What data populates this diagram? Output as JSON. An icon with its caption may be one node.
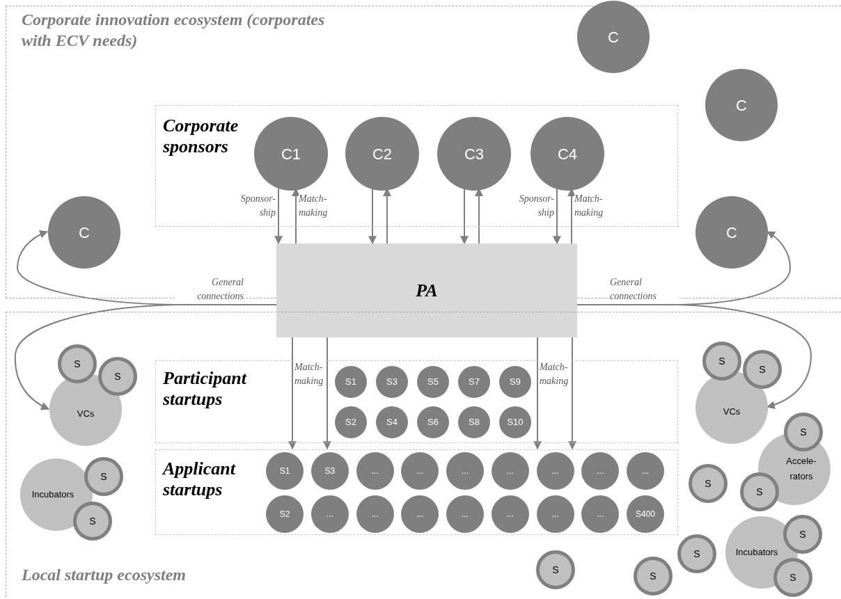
{
  "diagram": {
    "nodes": [
      {
        "text": [
          "Corporate innovation ecosystem (corporates with ECV needs)"
        ]
      },
      {
        "text": [
          "C"
        ],
        "in": 0
      },
      {
        "text": [
          "C"
        ],
        "in": 0
      },
      {
        "text": [
          "Corporate sponsors"
        ],
        "in": 0
      },
      {
        "text": [
          "C1"
        ],
        "in": 3
      },
      {
        "text": [
          "C2"
        ],
        "in": 3
      },
      {
        "text": [
          "C3"
        ],
        "in": 3
      },
      {
        "text": [
          "C4"
        ],
        "in": 3
      },
      {
        "text": [
          "C"
        ],
        "in": 0
      },
      {
        "text": [
          "C"
        ],
        "in": 0
      },
      {
        "text": [
          "PA"
        ]
      },
      {
        "text": [
          "Local startup ecosystem"
        ]
      },
      {
        "text": [
          "Participant startups"
        ],
        "in": 11
      },
      {
        "text": [
          "S1"
        ],
        "in": 12
      },
      {
        "text": [
          "S3"
        ],
        "in": 12
      },
      {
        "text": [
          "S5"
        ],
        "in": 12
      },
      {
        "text": [
          "S7"
        ],
        "in": 12
      },
      {
        "text": [
          "S9"
        ],
        "in": 12
      },
      {
        "text": [
          "S2"
        ],
        "in": 12
      },
      {
        "text": [
          "S4"
        ],
        "in": 12
      },
      {
        "text": [
          "S6"
        ],
        "in": 12
      },
      {
        "text": [
          "S8"
        ],
        "in": 12
      },
      {
        "text": [
          "S10"
        ],
        "in": 12
      },
      {
        "text": [
          "Applicant startups"
        ],
        "in": 11
      },
      {
        "text": [
          "S1"
        ],
        "in": 23
      },
      {
        "text": [
          "S3"
        ],
        "in": 23
      },
      {
        "text": [
          "..."
        ],
        "in": 23
      },
      {
        "text": [
          "..."
        ],
        "in": 23
      },
      {
        "text": [
          "..."
        ],
        "in": 23
      },
      {
        "text": [
          "..."
        ],
        "in": 23
      },
      {
        "text": [
          "..."
        ],
        "in": 23
      },
      {
        "text": [
          "..."
        ],
        "in": 23
      },
      {
        "text": [
          "..."
        ],
        "in": 23
      },
      {
        "text": [
          "S2"
        ],
        "in": 23
      },
      {
        "text": [
          "..."
        ],
        "in": 23
      },
      {
        "text": [
          "..."
        ],
        "in": 23
      },
      {
        "text": [
          "..."
        ],
        "in": 23
      },
      {
        "text": [
          "..."
        ],
        "in": 23
      },
      {
        "text": [
          "..."
        ],
        "in": 23
      },
      {
        "text": [
          "..."
        ],
        "in": 23
      },
      {
        "text": [
          "..."
        ],
        "in": 23
      },
      {
        "text": [
          "S400"
        ],
        "in": 23
      },
      {
        "text": [
          "VCs"
        ],
        "in": 11
      },
      {
        "text": [
          "S"
        ],
        "in": 11
      },
      {
        "text": [
          "S"
        ],
        "in": 11
      },
      {
        "text": [
          "VCs"
        ],
        "in": 11
      },
      {
        "text": [
          "S"
        ],
        "in": 11
      },
      {
        "text": [
          "S"
        ],
        "in": 11
      },
      {
        "text": [
          "Incubators"
        ],
        "in": 11
      },
      {
        "text": [
          "S"
        ],
        "in": 11
      },
      {
        "text": [
          "S"
        ],
        "in": 11
      },
      {
        "text": [
          "S"
        ],
        "in": 11
      },
      {
        "text": [
          "Accele- rators"
        ],
        "in": 11
      },
      {
        "text": [
          "S"
        ],
        "in": 11
      },
      {
        "text": [
          "S"
        ],
        "in": 11
      },
      {
        "text": [
          "Incubators"
        ],
        "in": 11
      },
      {
        "text": [
          "S"
        ],
        "in": 11
      },
      {
        "text": [
          "S"
        ],
        "in": 11
      },
      {
        "text": [
          "S"
        ],
        "in": 11
      },
      {
        "text": [
          "S"
        ],
        "in": 11
      },
      {
        "text": [
          "S"
        ],
        "in": 11
      }
    ],
    "edges": [
      {
        "from": 4,
        "to": 10,
        "arrow": "to",
        "label": "Sponsor- ship"
      },
      {
        "from": 10,
        "to": 4,
        "arrow": "to",
        "label": "Match- making"
      },
      {
        "from": 5,
        "to": 10,
        "arrow": "to"
      },
      {
        "from": 10,
        "to": 5,
        "arrow": "to"
      },
      {
        "from": 6,
        "to": 10,
        "arrow": "to"
      },
      {
        "from": 10,
        "to": 6,
        "arrow": "to"
      },
      {
        "from": 7,
        "to": 10,
        "arrow": "to",
        "label": "Sponsor- ship"
      },
      {
        "from": 10,
        "to": 7,
        "arrow": "to",
        "label": "Match- making"
      },
      {
        "from": 10,
        "to": 23,
        "arrow": "to",
        "label": "Match- making"
      },
      {
        "from": 10,
        "to": 23,
        "arrow": "to"
      },
      {
        "from": 10,
        "to": 23,
        "arrow": "to"
      },
      {
        "from": 10,
        "to": 23,
        "arrow": "to",
        "label": "Match- making"
      },
      {
        "from": 10,
        "to": 8,
        "arrow": "to",
        "label": "General connections"
      },
      {
        "from": 10,
        "to": 42,
        "arrow": "to"
      },
      {
        "from": 10,
        "to": 9,
        "arrow": "to",
        "label": "General connections"
      },
      {
        "from": 10,
        "to": 45,
        "arrow": "to"
      }
    ]
  }
}
